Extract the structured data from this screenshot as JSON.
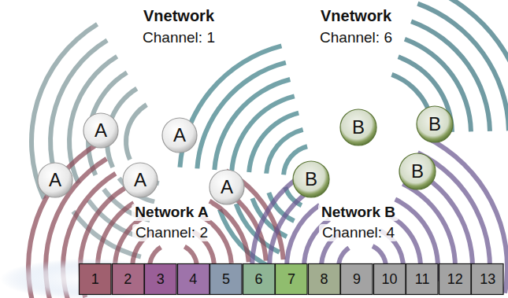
{
  "diagram": {
    "nodes": [
      {
        "text": [
          "A"
        ]
      },
      {
        "text": [
          "A"
        ]
      },
      {
        "text": [
          "A"
        ]
      },
      {
        "text": [
          "A"
        ]
      },
      {
        "text": [
          "A"
        ]
      },
      {
        "text": [
          "B"
        ]
      },
      {
        "text": [
          "B"
        ]
      },
      {
        "text": [
          "B"
        ]
      },
      {
        "text": [
          "B"
        ]
      },
      {
        "text": [
          "1"
        ]
      },
      {
        "text": [
          "2"
        ]
      },
      {
        "text": [
          "3"
        ]
      },
      {
        "text": [
          "4"
        ]
      },
      {
        "text": [
          "5"
        ]
      },
      {
        "text": [
          "6"
        ]
      },
      {
        "text": [
          "7"
        ]
      },
      {
        "text": [
          "8"
        ]
      },
      {
        "text": [
          "9"
        ]
      },
      {
        "text": [
          "10"
        ]
      },
      {
        "text": [
          "11"
        ]
      },
      {
        "text": [
          "12"
        ]
      },
      {
        "text": [
          "13"
        ]
      }
    ],
    "labels": [
      "Vnetwork",
      "Channel: 1",
      "Vnetwork",
      "Channel: 6",
      "Network A",
      "Channel: 2",
      "Network B",
      "Channel: 4"
    ]
  }
}
